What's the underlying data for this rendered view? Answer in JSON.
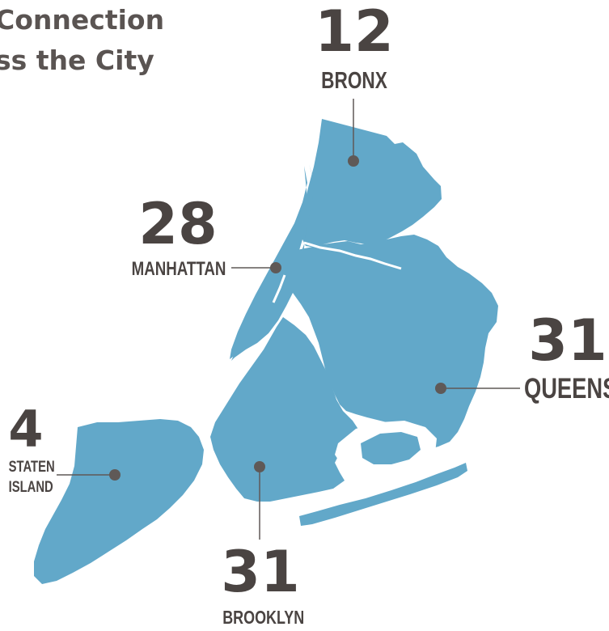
{
  "header": {
    "title_line1": "Connection",
    "title_line2": "ss the City"
  },
  "boroughs": {
    "bronx": {
      "count": "12",
      "name": "BRONX"
    },
    "manhattan": {
      "count": "28",
      "name": "MANHATTAN"
    },
    "queens": {
      "count": "31",
      "name": "QUEENS"
    },
    "staten": {
      "count": "4",
      "name_line1": "STATEN",
      "name_line2": "ISLAND"
    },
    "brooklyn": {
      "count": "31",
      "name": "BROOKLYN"
    }
  },
  "colors": {
    "land": "#62a8c9",
    "marker": "#5f5957",
    "text": "#4a4442"
  }
}
